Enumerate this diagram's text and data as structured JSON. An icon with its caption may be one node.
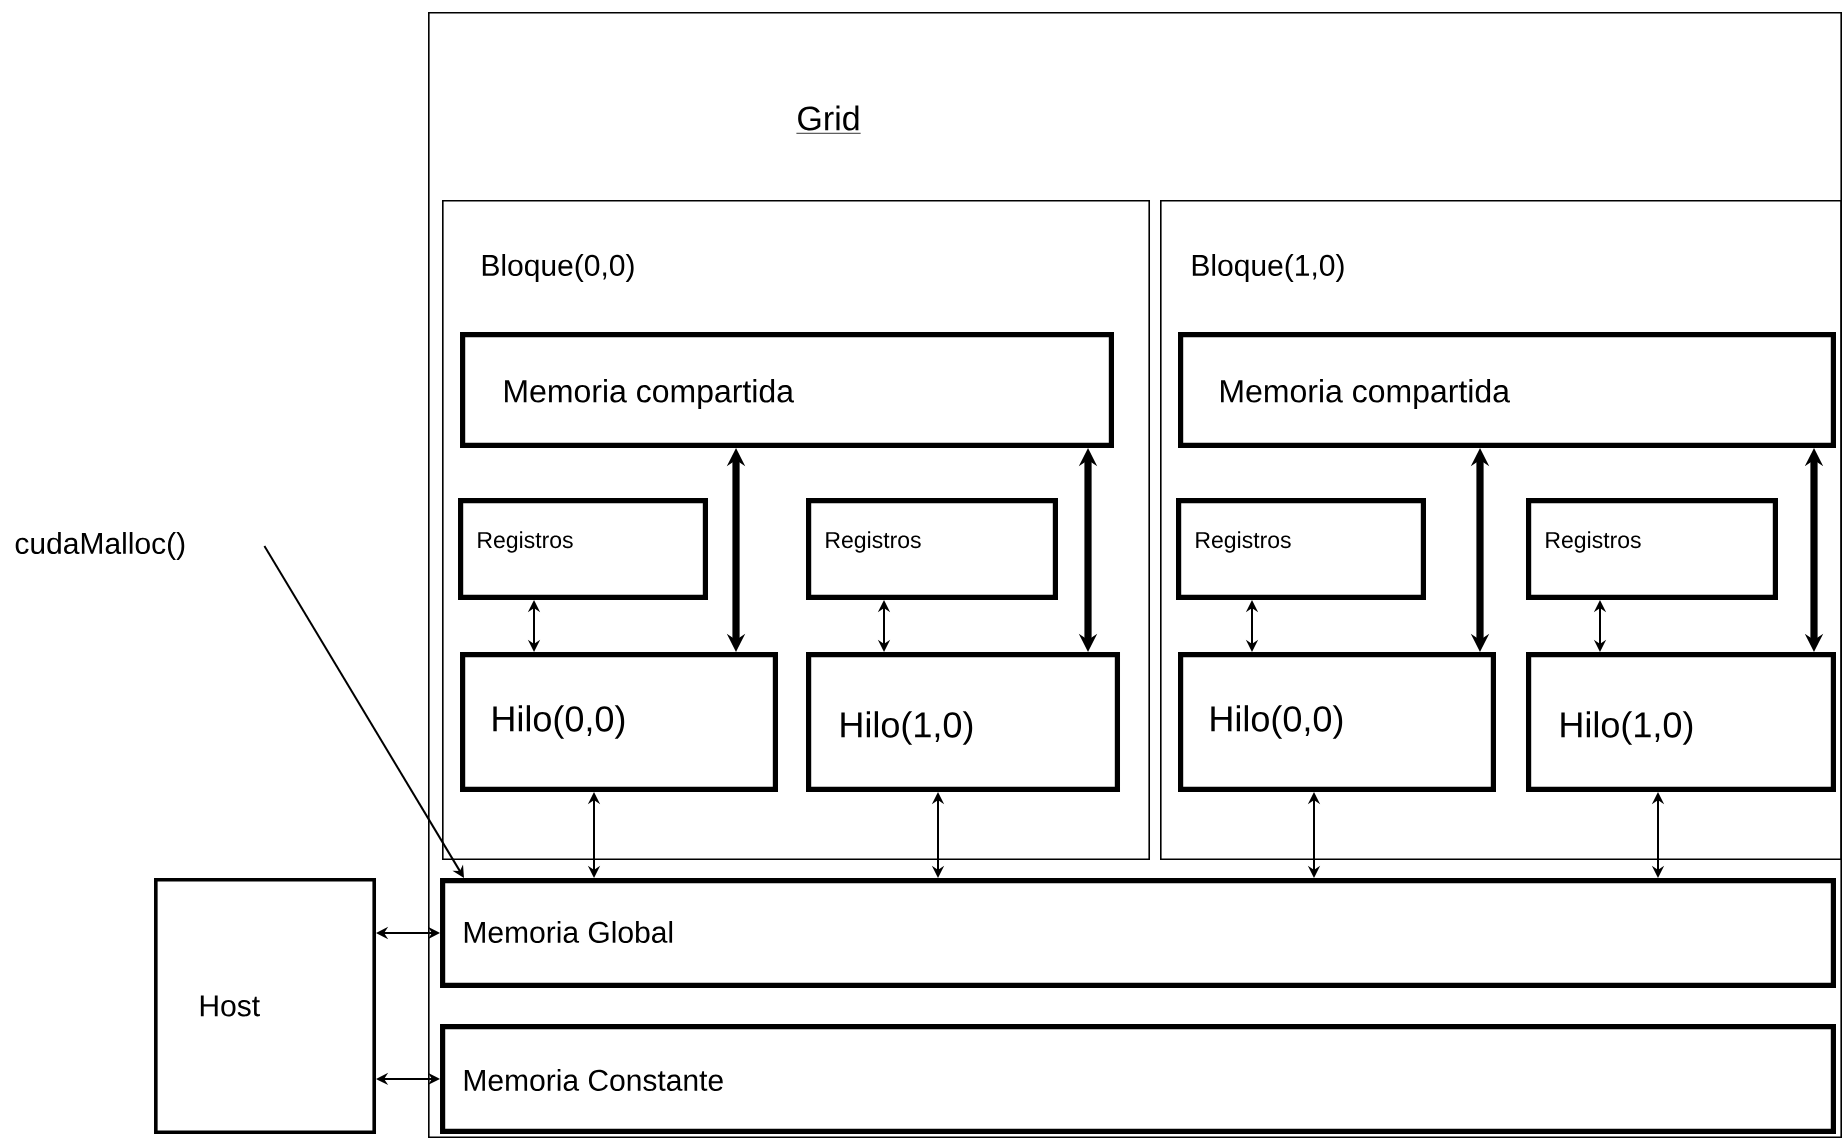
{
  "diagram": {
    "nodes": [
      {
        "text": [
          "Grid"
        ]
      },
      {
        "text": [
          "Bloque(0,0)"
        ],
        "in": 0
      },
      {
        "text": [
          "Memoria compartida"
        ],
        "in": 1
      },
      {
        "text": [
          "Registros"
        ],
        "in": 1
      },
      {
        "text": [
          "Hilo(0,0)"
        ],
        "in": 1
      },
      {
        "text": [
          "Registros"
        ],
        "in": 1
      },
      {
        "text": [
          "Hilo(1,0)"
        ],
        "in": 1
      },
      {
        "text": [
          "Bloque(1,0)"
        ],
        "in": 0
      },
      {
        "text": [
          "Memoria compartida"
        ],
        "in": 7
      },
      {
        "text": [
          "Registros"
        ],
        "in": 7
      },
      {
        "text": [
          "Hilo(0,0)"
        ],
        "in": 7
      },
      {
        "text": [
          "Registros"
        ],
        "in": 7
      },
      {
        "text": [
          "Hilo(1,0)"
        ],
        "in": 7
      },
      {
        "text": [
          "cudaMalloc()"
        ]
      },
      {
        "text": [
          "Memoria Global"
        ],
        "in": 0
      },
      {
        "text": [
          "Memoria Constante"
        ],
        "in": 0
      },
      {
        "text": [
          "Host"
        ]
      }
    ],
    "edges": [
      {
        "from": 2,
        "to": 4,
        "arrow": "both",
        "style": "thick"
      },
      {
        "from": 2,
        "to": 6,
        "arrow": "both",
        "style": "thick"
      },
      {
        "from": 3,
        "to": 4,
        "arrow": "both"
      },
      {
        "from": 5,
        "to": 6,
        "arrow": "both"
      },
      {
        "from": 8,
        "to": 10,
        "arrow": "both",
        "style": "thick"
      },
      {
        "from": 8,
        "to": 12,
        "arrow": "both",
        "style": "thick"
      },
      {
        "from": 9,
        "to": 10,
        "arrow": "both"
      },
      {
        "from": 11,
        "to": 12,
        "arrow": "both"
      },
      {
        "from": 4,
        "to": 14,
        "arrow": "both"
      },
      {
        "from": 6,
        "to": 14,
        "arrow": "both"
      },
      {
        "from": 10,
        "to": 14,
        "arrow": "both"
      },
      {
        "from": 12,
        "to": 14,
        "arrow": "both"
      },
      {
        "from": 16,
        "to": 14,
        "arrow": "both"
      },
      {
        "from": 16,
        "to": 15,
        "arrow": "both"
      },
      {
        "from": 13,
        "to": 14,
        "arrow": "to"
      }
    ]
  }
}
